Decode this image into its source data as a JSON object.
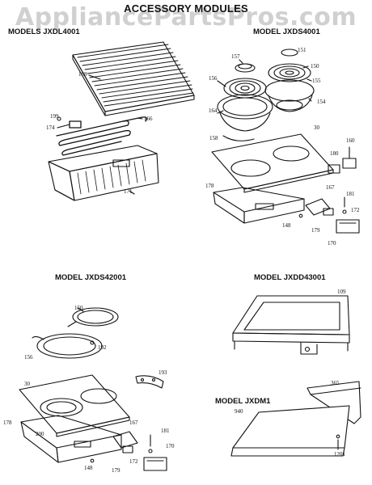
{
  "title": "ACCESSORY MODULES",
  "watermark": "AppliancePartsPros.com",
  "models": {
    "top_left": "MODELS JXDL4001",
    "top_right": "MODEL JXDS4001",
    "mid_left": "MODEL JXDS42001",
    "mid_right": "MODEL JXDD43001",
    "bottom_right": "MODEL JXDM1"
  },
  "parts": {
    "p168": "168",
    "p199": "199",
    "p166": "166",
    "p174": "174",
    "p171": "171",
    "p157": "157",
    "p151": "151",
    "p156": "156",
    "p150": "150",
    "p155": "155",
    "p164": "164",
    "p154": "154",
    "p158": "158",
    "p30": "30",
    "p160": "160",
    "p180": "180",
    "p178": "178",
    "p167": "167",
    "p181": "181",
    "p172": "172",
    "p148": "148",
    "p179": "179",
    "p170": "170",
    "m_p150": "150",
    "m_p156": "156",
    "m_p192": "192",
    "m_p193": "193",
    "m_p30": "30",
    "m_p178": "178",
    "m_p200": "200",
    "m_p167": "167",
    "m_p181": "181",
    "m_p170": "170",
    "m_p172": "172",
    "m_p148": "148",
    "m_p179": "179",
    "g_p109": "109",
    "d_p365": "365",
    "d_p940": "940",
    "d_p1201": "1201"
  }
}
